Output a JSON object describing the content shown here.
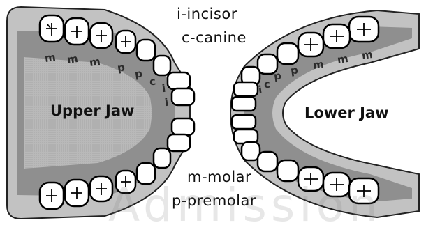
{
  "legend": {
    "incisor": "i-incisor",
    "canine": "c-canine",
    "molar": "m-molar",
    "premolar": "p-premolar"
  },
  "upper_jaw": {
    "title": "Upper Jaw",
    "tooth_labels": [
      "m",
      "m",
      "m",
      "p",
      "p",
      "c",
      "i",
      "i"
    ]
  },
  "lower_jaw": {
    "title": "Lower Jaw",
    "tooth_labels": [
      "i",
      "c",
      "p",
      "p",
      "m",
      "m",
      "m"
    ]
  },
  "watermark": "Admission",
  "colors": {
    "outer_gum": "#c2c2c2",
    "mid_gum": "#8f8f8f",
    "inner_gum": "#6f6f6f",
    "palate": "#b9b9b9",
    "tooth_fill": "#ffffff",
    "tooth_stroke": "#000000"
  }
}
